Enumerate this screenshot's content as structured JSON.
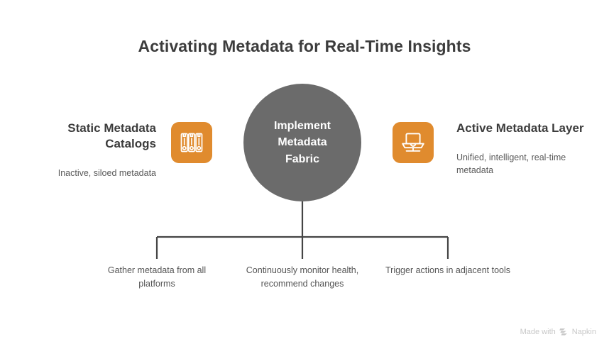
{
  "title": "Activating Metadata for Real-Time Insights",
  "center": {
    "label": "Implement Metadata Fabric",
    "color": "#6b6b6b"
  },
  "accent_color": "#e08b2e",
  "sides": [
    {
      "id": "static-metadata-catalogs",
      "title": "Static Metadata Catalogs",
      "description": "Inactive, siloed metadata",
      "icon": "archive-binders-icon"
    },
    {
      "id": "active-metadata-layer",
      "title": "Active Metadata Layer",
      "description": "Unified, intelligent, real-time metadata",
      "icon": "laptop-icon"
    }
  ],
  "leaves": [
    {
      "id": "gather-metadata",
      "text": "Gather metadata from all platforms"
    },
    {
      "id": "monitor-health",
      "text": "Continuously monitor health, recommend changes"
    },
    {
      "id": "trigger-actions",
      "text": "Trigger actions in adjacent tools"
    }
  ],
  "footer": {
    "made_with": "Made with",
    "brand": "Napkin"
  }
}
